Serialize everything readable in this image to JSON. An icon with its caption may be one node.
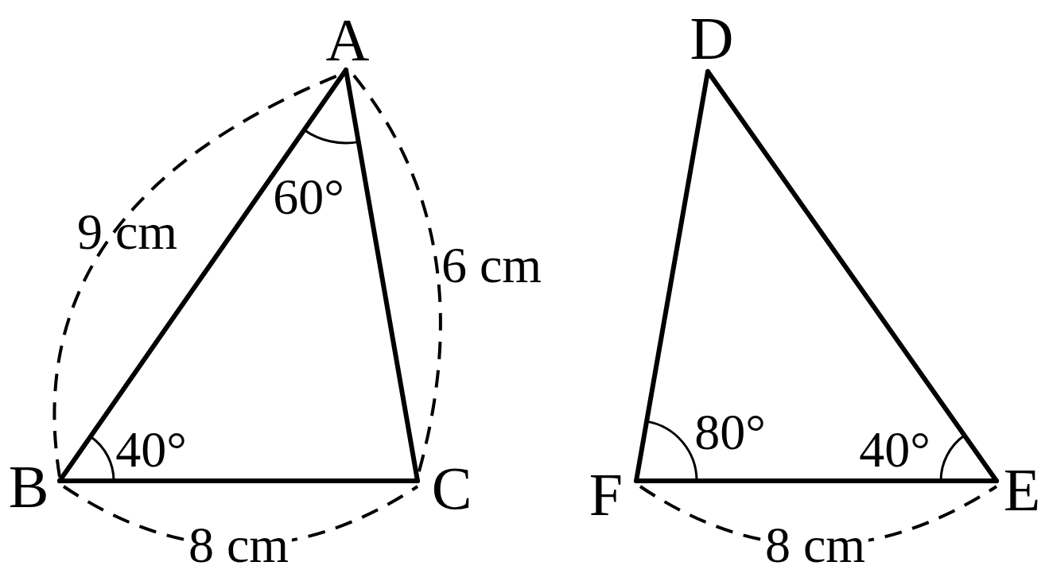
{
  "diagram": {
    "nodes": [
      {
        "text": [
          "A"
        ]
      },
      {
        "text": [
          "D"
        ]
      },
      {
        "text": [
          "B"
        ]
      },
      {
        "text": [
          "C"
        ]
      },
      {
        "text": [
          "F"
        ]
      },
      {
        "text": [
          "E"
        ]
      }
    ],
    "edges": [
      {
        "from": 0,
        "to": 2,
        "arrow": "none"
      },
      {
        "from": 0,
        "to": 3,
        "arrow": "none"
      },
      {
        "from": 2,
        "to": 3,
        "arrow": "none"
      },
      {
        "from": 1,
        "to": 4,
        "arrow": "none"
      },
      {
        "from": 1,
        "to": 5,
        "arrow": "none"
      },
      {
        "from": 4,
        "to": 5,
        "arrow": "none"
      }
    ],
    "labels": [
      "60°",
      "9 cm",
      "6 cm",
      "80°",
      "40°",
      "40°",
      "8 cm",
      "8 cm"
    ]
  }
}
